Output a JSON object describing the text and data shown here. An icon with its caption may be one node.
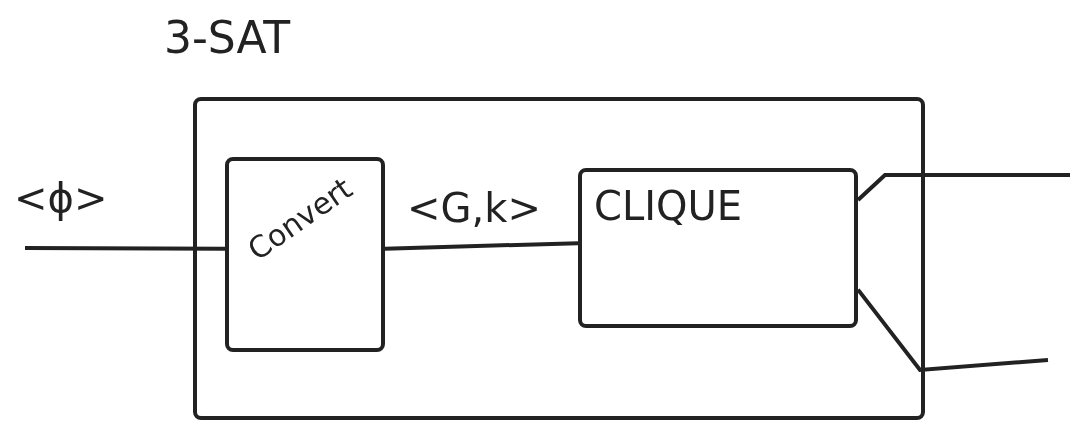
{
  "diagram": {
    "nodes": [
      {
        "text": [
          "3-SAT"
        ]
      },
      {
        "text": [
          "Convert"
        ],
        "in": 0
      },
      {
        "text": [
          "CLIQUE"
        ],
        "in": 0
      }
    ],
    "edges": [
      {
        "from": null,
        "to": 1,
        "arrow": "none",
        "label": "<ϕ>"
      },
      {
        "from": 1,
        "to": 2,
        "arrow": "none",
        "label": "<G,k>"
      },
      {
        "from": 2,
        "to": null,
        "arrow": "none"
      },
      {
        "from": 2,
        "to": null,
        "arrow": "none"
      }
    ]
  }
}
